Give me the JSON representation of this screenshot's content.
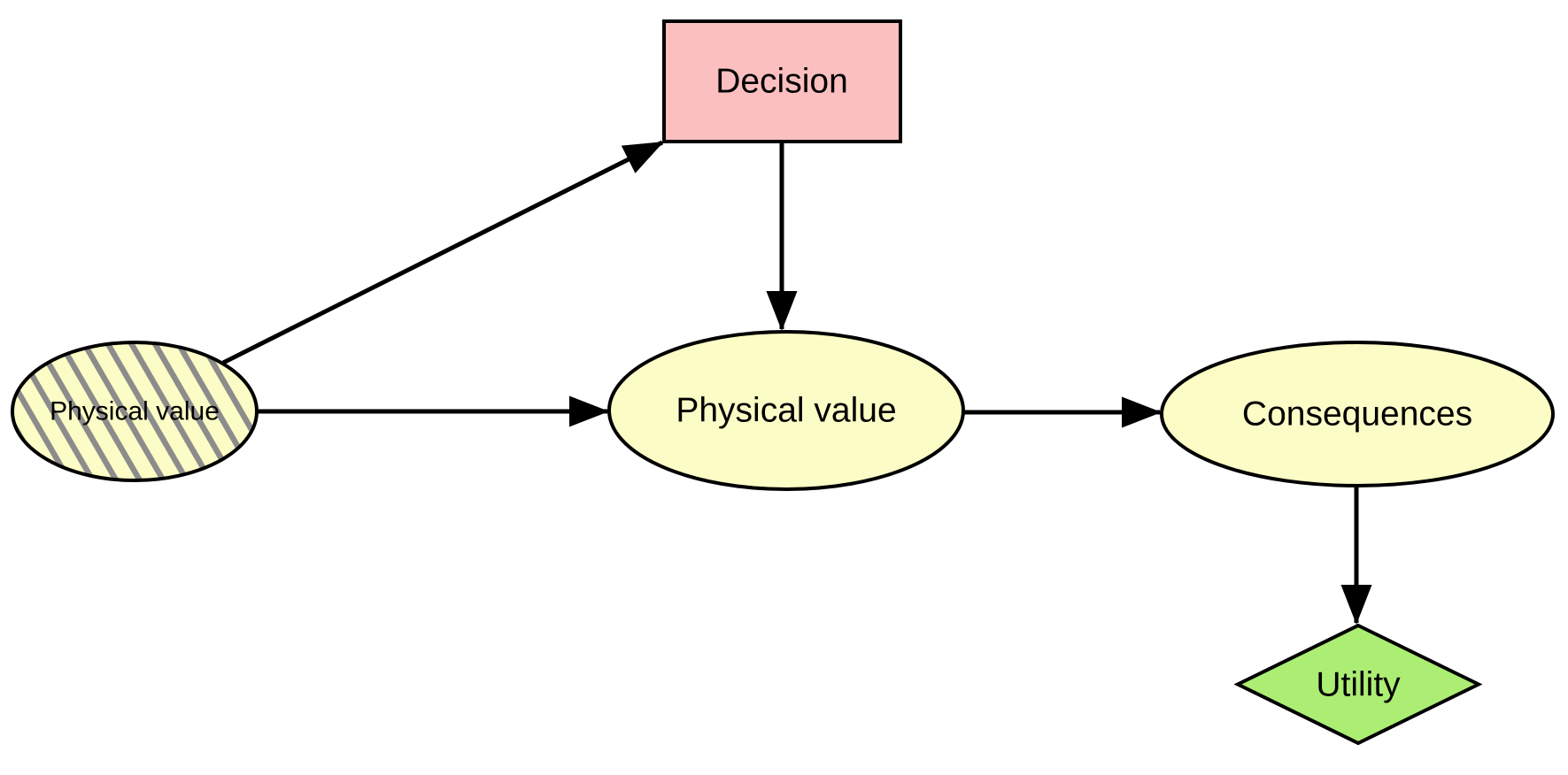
{
  "diagram": {
    "kind": "influence-diagram",
    "nodes": {
      "observed_value": {
        "label": "Physical value",
        "type": "chance-node-hatched",
        "shape": "ellipse"
      },
      "decision": {
        "label": "Decision",
        "type": "decision-node",
        "shape": "rectangle"
      },
      "physical_value": {
        "label": "Physical value",
        "type": "chance-node",
        "shape": "ellipse"
      },
      "consequences": {
        "label": "Consequences",
        "type": "chance-node",
        "shape": "ellipse"
      },
      "utility": {
        "label": "Utility",
        "type": "utility-node",
        "shape": "diamond"
      }
    },
    "edges": [
      {
        "from": "observed_value",
        "to": "decision"
      },
      {
        "from": "decision",
        "to": "physical_value"
      },
      {
        "from": "observed_value",
        "to": "physical_value"
      },
      {
        "from": "physical_value",
        "to": "consequences"
      },
      {
        "from": "consequences",
        "to": "utility"
      }
    ],
    "colors": {
      "decision_fill": "#fbbfbf",
      "chance_fill": "#fcfcc6",
      "utility_fill": "#aced73",
      "hatch_stroke": "#8c8c8c",
      "outline": "#000000",
      "background": "#ffffff"
    }
  }
}
